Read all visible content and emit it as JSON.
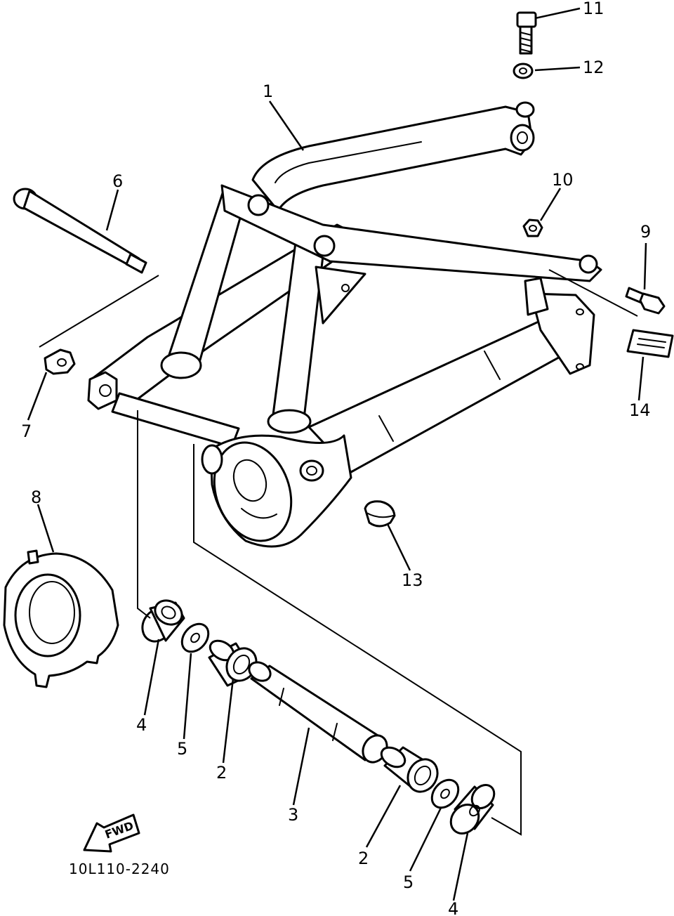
{
  "diagram": {
    "part_code": "10L110-2240",
    "fwd_label": "FWD",
    "callouts": [
      {
        "id": "p1",
        "label": "1"
      },
      {
        "id": "p2a",
        "label": "2"
      },
      {
        "id": "p2b",
        "label": "2"
      },
      {
        "id": "p3",
        "label": "3"
      },
      {
        "id": "p4a",
        "label": "4"
      },
      {
        "id": "p4b",
        "label": "4"
      },
      {
        "id": "p5a",
        "label": "5"
      },
      {
        "id": "p5b",
        "label": "5"
      },
      {
        "id": "p6",
        "label": "6"
      },
      {
        "id": "p7",
        "label": "7"
      },
      {
        "id": "p8",
        "label": "8"
      },
      {
        "id": "p9",
        "label": "9"
      },
      {
        "id": "p10",
        "label": "10"
      },
      {
        "id": "p11",
        "label": "11"
      },
      {
        "id": "p12",
        "label": "12"
      },
      {
        "id": "p13",
        "label": "13"
      },
      {
        "id": "p14",
        "label": "14"
      }
    ]
  }
}
